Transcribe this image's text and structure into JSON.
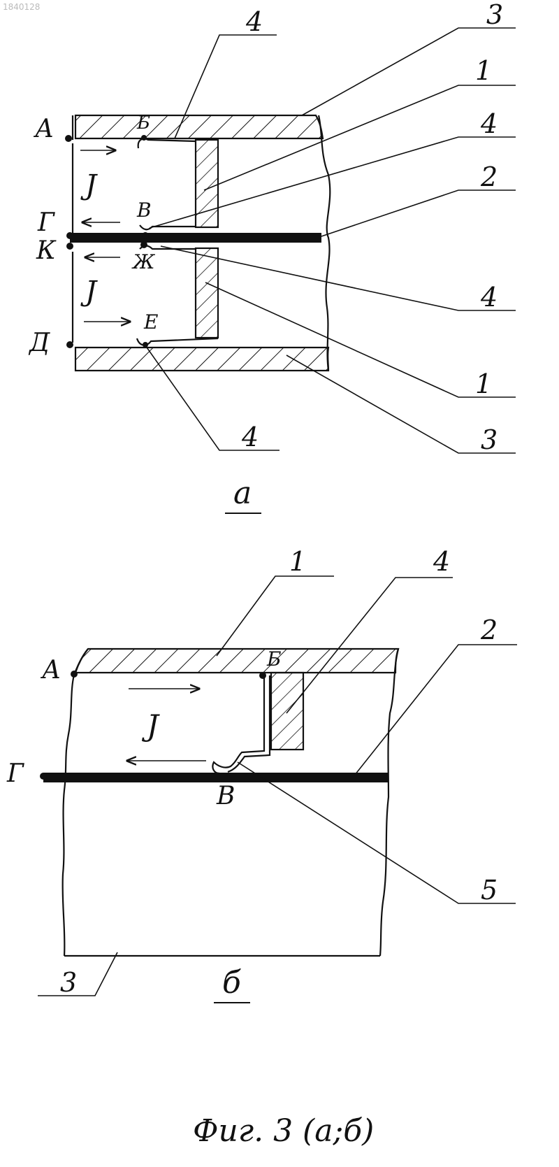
{
  "stamp": "1840128",
  "figure_caption": "Фиг. 3 (а;б)",
  "panel_a": {
    "sublabel": "а",
    "points": {
      "A": "А",
      "B": "Б",
      "V": "В",
      "G": "Г",
      "K": "К",
      "Zh": "Ж",
      "D": "Д",
      "E": "Е"
    },
    "current_labels": [
      "Ј",
      "Ј"
    ],
    "callouts": {
      "top_left": "4",
      "top_right_3": "3",
      "right_1": "1",
      "right_4_upper": "4",
      "right_2": "2",
      "right_4_lower": "4",
      "right_1_lower": "1",
      "right_3_lower": "3",
      "bottom_4": "4"
    }
  },
  "panel_b": {
    "sublabel": "б",
    "points": {
      "A": "А",
      "B": "Б",
      "V": "В",
      "G": "Г"
    },
    "current_label": "Ј",
    "callouts": {
      "top_1": "1",
      "top_4": "4",
      "right_2": "2",
      "right_5": "5",
      "bottom_3": "3"
    }
  }
}
